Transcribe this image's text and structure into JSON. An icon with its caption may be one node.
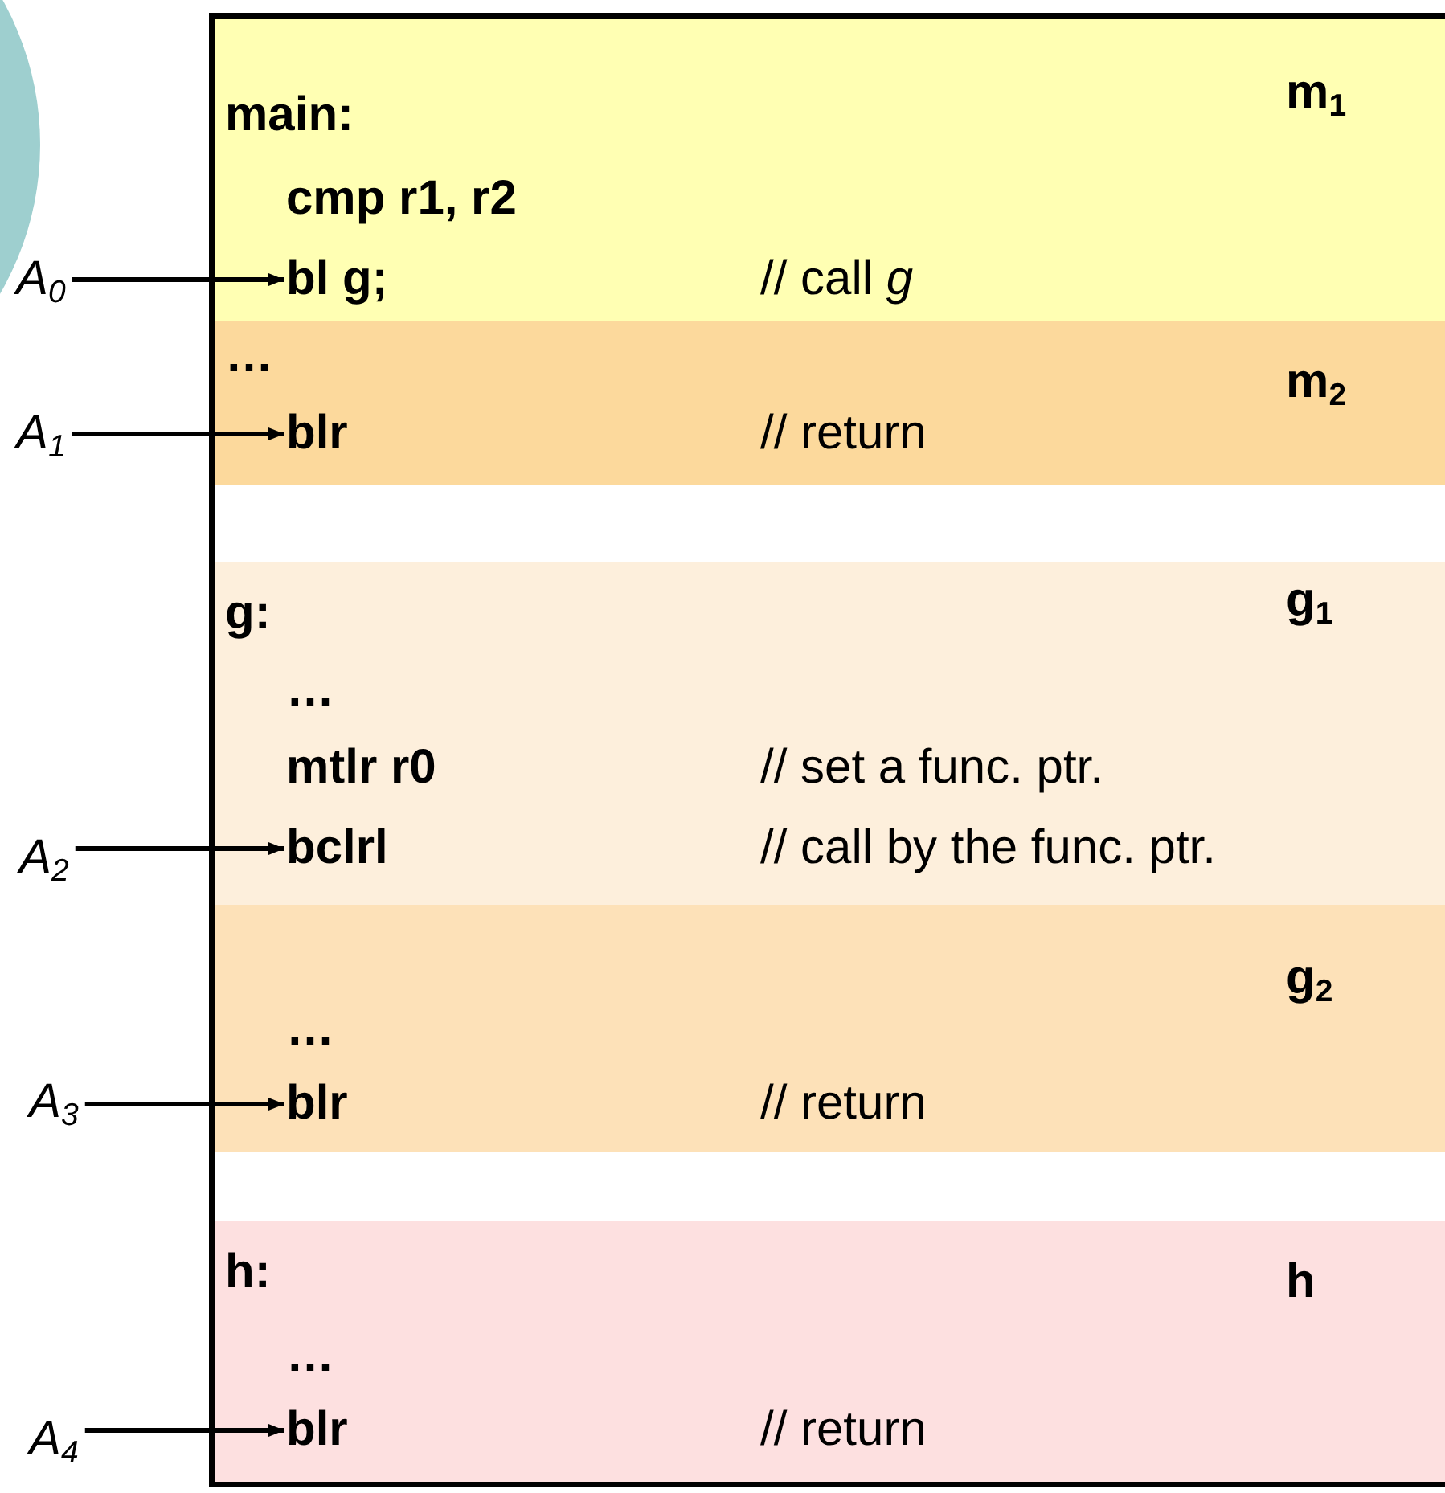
{
  "diagram": {
    "nodes": [
      {
        "text": [],
        "shape": "box"
      },
      {
        "text": [
          "main:",
          "m$_{1}$",
          "cmp r1, r2"
        ],
        "in": 0
      },
      {
        "text": [
          "bl g;"
        ],
        "in": 1
      },
      {
        "text": [
          "…",
          "m$_{2}$"
        ],
        "in": 0
      },
      {
        "text": [
          "blr"
        ],
        "in": 3
      },
      {
        "text": [
          "g:",
          "g$_{1}$",
          "…",
          "mtlr r0",
          "// set a func. ptr."
        ],
        "in": 0
      },
      {
        "text": [
          "bclrl"
        ],
        "in": 5
      },
      {
        "text": [
          "g$_{2}$",
          "…"
        ],
        "in": 0
      },
      {
        "text": [
          "blr"
        ],
        "in": 7
      },
      {
        "text": [
          "h:",
          "h",
          "…"
        ],
        "in": 0
      },
      {
        "text": [
          "blr"
        ],
        "in": 9
      },
      {
        "text": [
          "A$_{0}$"
        ]
      },
      {
        "text": [
          "A$_{1}$"
        ]
      },
      {
        "text": [
          "A$_{2}$"
        ]
      },
      {
        "text": [
          "A$_{3}$"
        ]
      },
      {
        "text": [
          "A$_{4}$"
        ]
      }
    ],
    "edges": [
      {
        "from": 11,
        "to": 2,
        "arrow": "to"
      },
      {
        "from": 12,
        "to": 4,
        "arrow": "to"
      },
      {
        "from": 13,
        "to": 6,
        "arrow": "to"
      },
      {
        "from": 14,
        "to": 8,
        "arrow": "to"
      },
      {
        "from": 15,
        "to": 10,
        "arrow": "to"
      }
    ],
    "labels": [
      "// call *g*",
      "// return",
      "// call by the func. ptr.",
      "// return",
      "// return"
    ]
  }
}
